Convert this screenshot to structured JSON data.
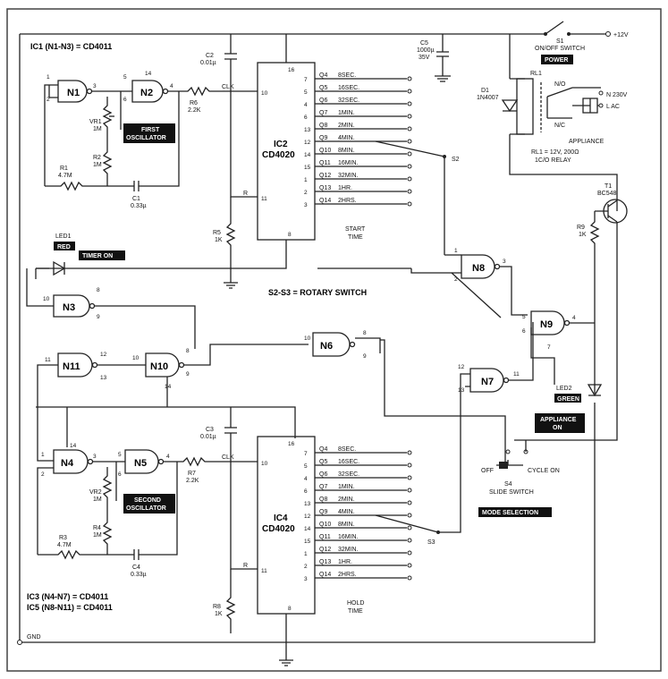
{
  "notes": {
    "ic1": "IC1 (N1-N3) = CD4011",
    "ic3": "IC3 (N4-N7) = CD4011",
    "ic5": "IC5 (N8-N11) = CD4011",
    "rotary": "S2-S3 = ROTARY SWITCH"
  },
  "gates": {
    "n1": "N1",
    "n2": "N2",
    "n3": "N3",
    "n4": "N4",
    "n5": "N5",
    "n6": "N6",
    "n7": "N7",
    "n8": "N8",
    "n9": "N9",
    "n10": "N10",
    "n11": "N11"
  },
  "ic2": {
    "name": "IC2",
    "part": "CD4020",
    "pin_top": "16",
    "pin_bottom": "8",
    "pin_clk": "10",
    "pin_rst": "11",
    "clk": "CLK",
    "r": "R"
  },
  "ic4": {
    "name": "IC4",
    "part": "CD4020",
    "pin_top": "16",
    "pin_bottom": "8",
    "pin_clk": "10",
    "pin_rst": "11",
    "clk": "CLK",
    "r": "R"
  },
  "outputs": [
    {
      "q": "Q4",
      "t": "8SEC.",
      "pin": "7"
    },
    {
      "q": "Q5",
      "t": "16SEC.",
      "pin": "5"
    },
    {
      "q": "Q6",
      "t": "32SEC.",
      "pin": "4"
    },
    {
      "q": "Q7",
      "t": "1MIN.",
      "pin": "6"
    },
    {
      "q": "Q8",
      "t": "2MIN.",
      "pin": "13"
    },
    {
      "q": "Q9",
      "t": "4MIN.",
      "pin": "12"
    },
    {
      "q": "Q10",
      "t": "8MIN.",
      "pin": "14"
    },
    {
      "q": "Q11",
      "t": "16MIN.",
      "pin": "15"
    },
    {
      "q": "Q12",
      "t": "32MIN.",
      "pin": "1"
    },
    {
      "q": "Q13",
      "t": "1HR.",
      "pin": "2"
    },
    {
      "q": "Q14",
      "t": "2HRS.",
      "pin": "3"
    }
  ],
  "labels": {
    "start_time": "START\nTIME",
    "hold_time": "HOLD\nTIME",
    "s2": "S2",
    "s3": "S3",
    "vcc": "+12V",
    "gnd": "GND",
    "s1": "S1",
    "s1_desc": "ON/OFF SWITCH",
    "c5": "C5",
    "c5_val": "1000µ",
    "c5_v": "35V",
    "d1": "D1",
    "d1_val": "1N4007",
    "rl1": "RL1",
    "no": "N/O",
    "nc": "N/C",
    "mains": "N  230V",
    "mains2": "L    AC",
    "appliance": "APPLIANCE",
    "relay": "RL1 = 12V, 200Ω",
    "relay2": "1C/O RELAY",
    "t1": "T1",
    "t1_val": "BC548",
    "r9": "R9",
    "r9_val": "1K",
    "led1": "LED1",
    "led2": "LED2",
    "off": "OFF",
    "cycle": "CYCLE ON",
    "s4": "S4",
    "s4_desc": "SLIDE SWITCH",
    "c1": "C1",
    "c1_val": "0.33µ",
    "c2": "C2",
    "c2_val": "0.01µ",
    "c3": "C3",
    "c3_val": "0.01µ",
    "c4": "C4",
    "c4_val": "0.33µ",
    "r1": "R1",
    "r1_val": "4.7M",
    "r2": "R2",
    "r2_val": "1M",
    "r3": "R3",
    "r3_val": "4.7M",
    "r4": "R4",
    "r4_val": "1M",
    "r5": "R5",
    "r5_val": "1K",
    "r6": "R6",
    "r6_val": "2.2K",
    "r7": "R7",
    "r7_val": "2.2K",
    "r8": "R8",
    "r8_val": "1K",
    "vr1": "VR1",
    "vr1_val": "1M",
    "vr2": "VR2",
    "vr2_val": "1M"
  },
  "tags": {
    "first_osc": "FIRST\nOSCILLATOR",
    "second_osc": "SECOND\nOSCILLATOR",
    "red": "RED",
    "timer_on": "TIMER ON",
    "power": "POWER",
    "green": "GREEN",
    "appliance_on": "APPLIANCE\nON",
    "mode_sel": "MODE SELECTION"
  }
}
